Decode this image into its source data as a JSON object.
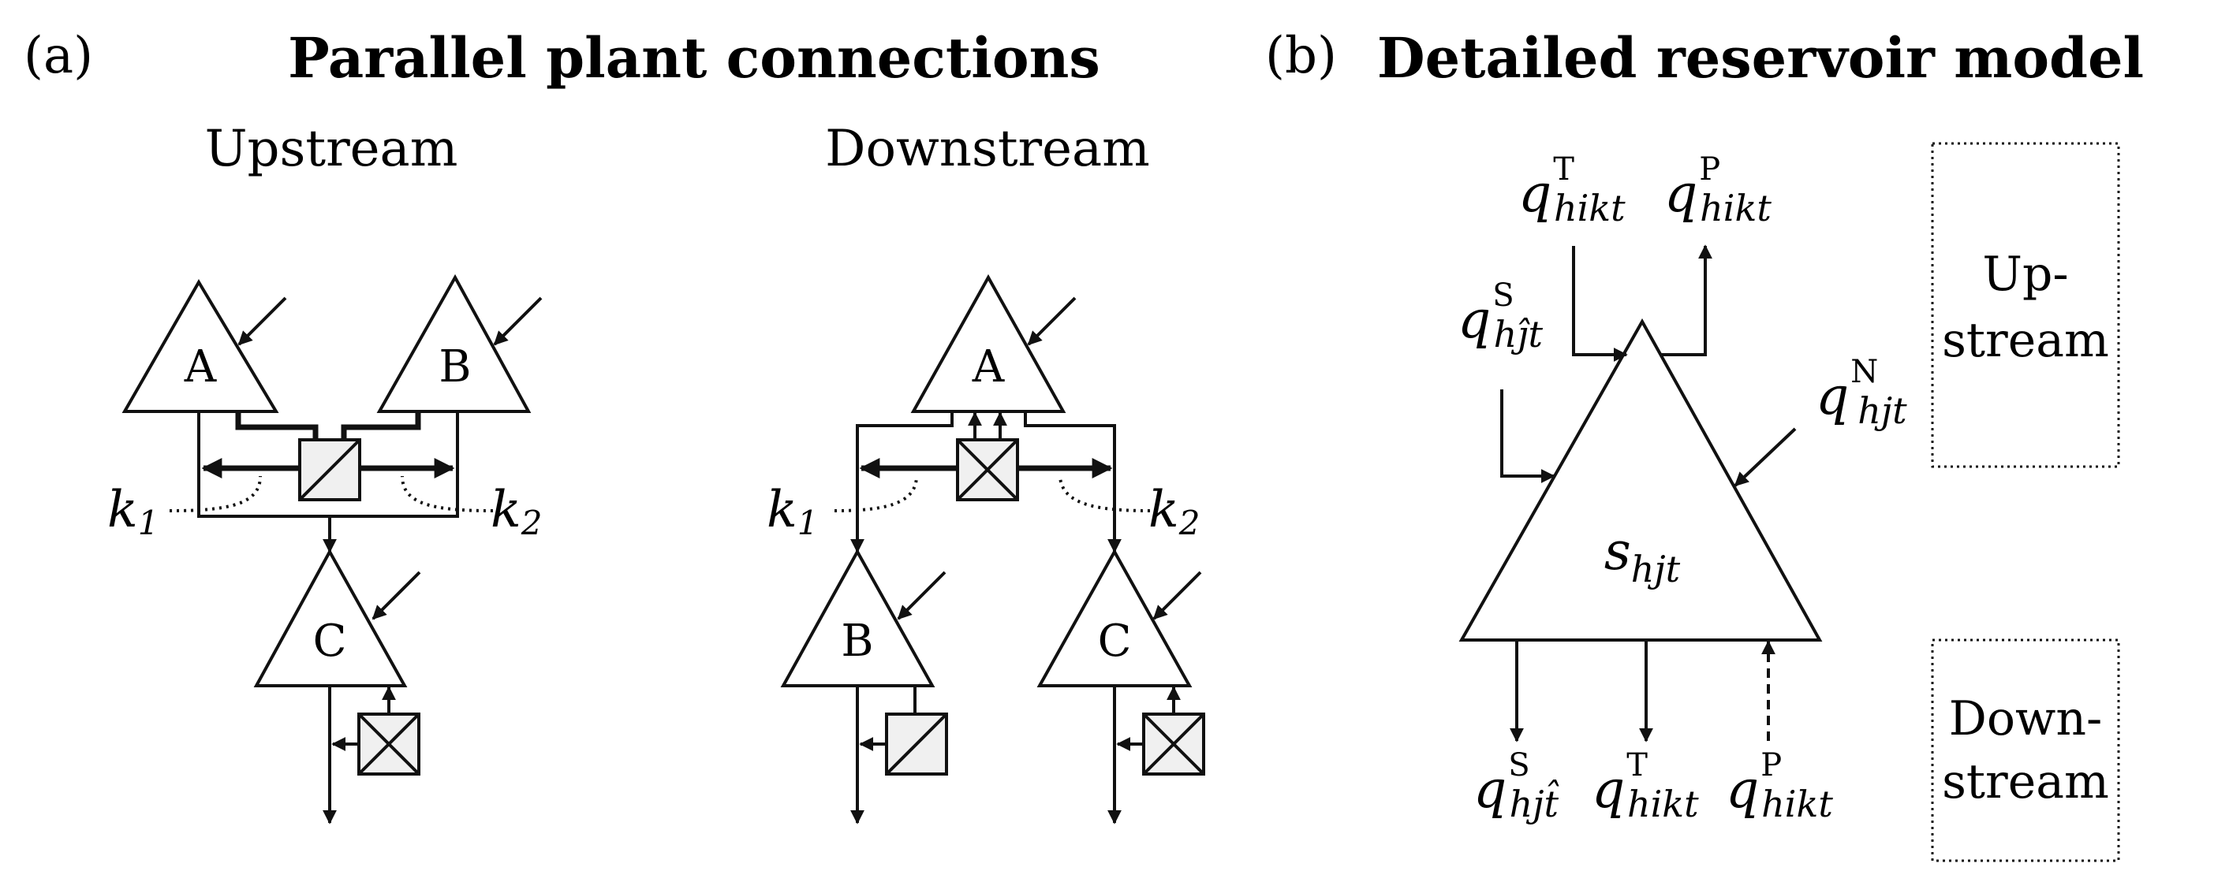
{
  "panel_a": {
    "label": "(a)",
    "title": "Parallel plant connections",
    "upstream": {
      "heading": "Upstream",
      "nodes": {
        "a": "A",
        "b": "B",
        "c": "C"
      },
      "k1": {
        "var": "k",
        "idx": "1"
      },
      "k2": {
        "var": "k",
        "idx": "2"
      }
    },
    "downstream": {
      "heading": "Downstream",
      "nodes": {
        "a": "A",
        "b": "B",
        "c": "C"
      },
      "k1": {
        "var": "k",
        "idx": "1"
      },
      "k2": {
        "var": "k",
        "idx": "2"
      }
    }
  },
  "panel_b": {
    "label": "(b)",
    "title": "Detailed reservoir model",
    "reservoir": {
      "var": "s",
      "sub": "hjt"
    },
    "flows": {
      "inflow_spill": {
        "var": "q",
        "sup": "S",
        "sub": "hĵt"
      },
      "inflow_turbine": {
        "var": "q",
        "sup": "T",
        "sub": "hikt"
      },
      "outflow_pump": {
        "var": "q",
        "sup": "P",
        "sub": "hikt"
      },
      "natural_inflow": {
        "var": "q",
        "sup": "N",
        "sub": "hjt"
      },
      "out_spill": {
        "var": "q",
        "sup": "S",
        "sub": "hjt̂"
      },
      "out_turbine": {
        "var": "q",
        "sup": "T",
        "sub": "hikt"
      },
      "in_pump": {
        "var": "q",
        "sup": "P",
        "sub": "hikt"
      }
    },
    "upstream_box": {
      "line1": "Up-",
      "line2": "stream"
    },
    "downstream_box": {
      "line1": "Down-",
      "line2": "stream"
    }
  }
}
